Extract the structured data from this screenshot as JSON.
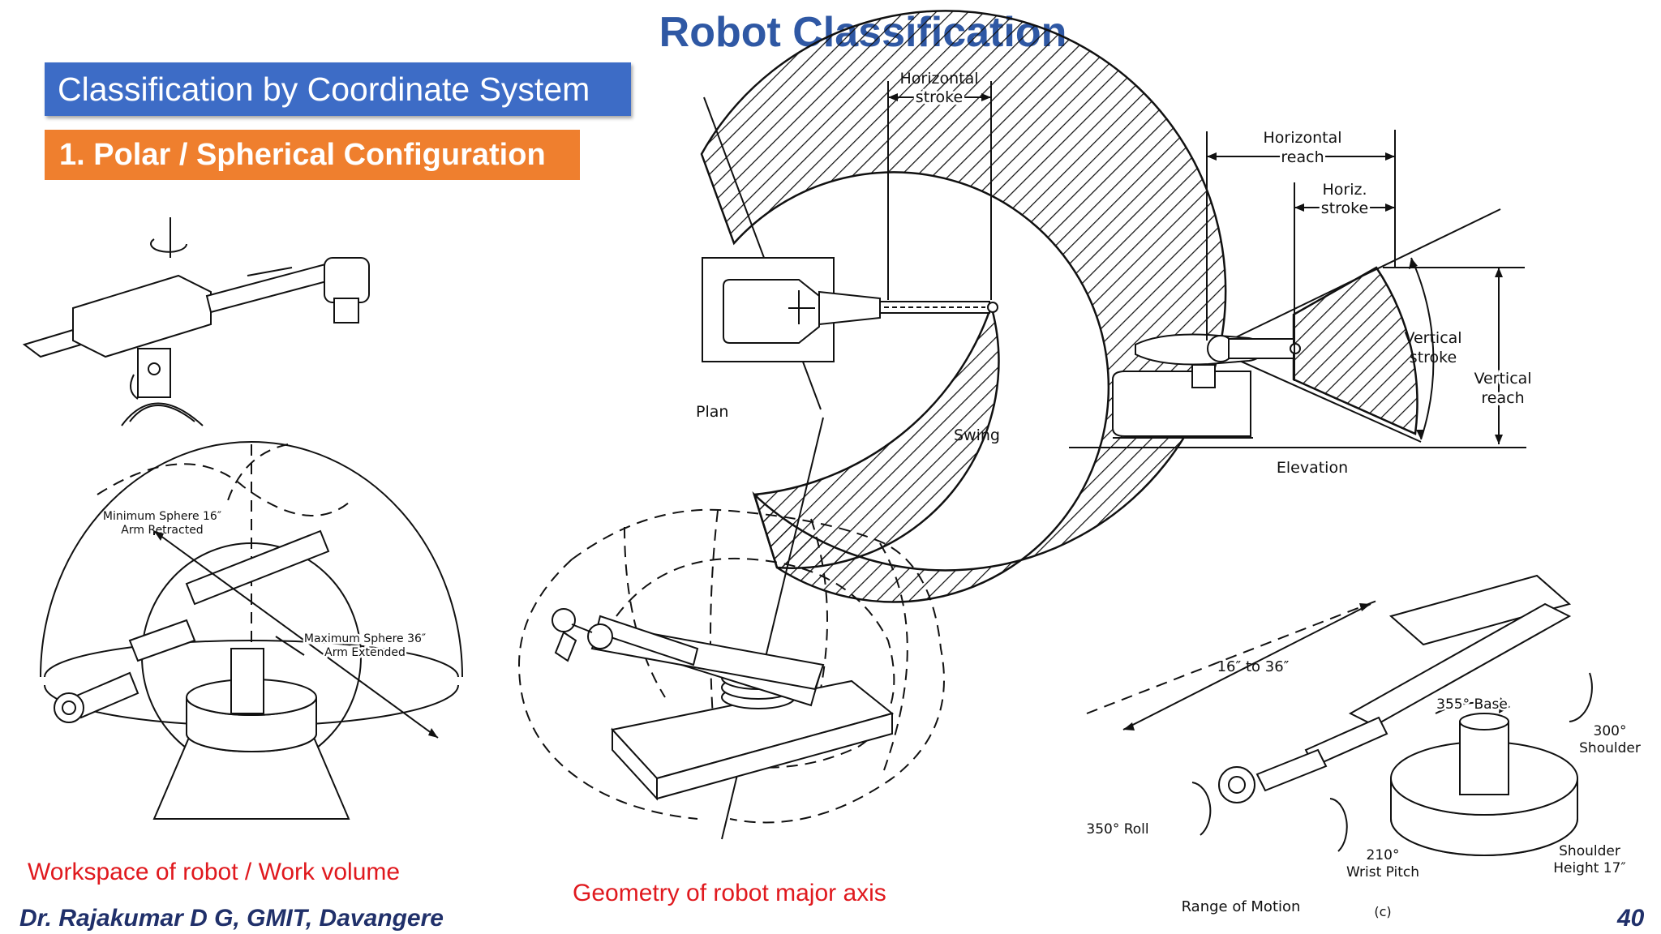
{
  "slide": {
    "title": "Robot Classification",
    "section_header": "Classification by Coordinate System",
    "config_header": "1. Polar / Spherical Configuration",
    "caption_workspace": "Workspace of robot / Work volume",
    "caption_geometry": "Geometry of robot major axis",
    "footer_author": "Dr. Rajakumar D G, GMIT, Davangere",
    "page_number": "40"
  },
  "plan_diagram": {
    "horizontal_stroke_l1": "Horizontal",
    "horizontal_stroke_l2": "stroke",
    "plan_label": "Plan",
    "swing_label": "Swing"
  },
  "elevation_diagram": {
    "horizontal_reach_l1": "Horizontal",
    "horizontal_reach_l2": "reach",
    "horiz_stroke_l1": "Horiz.",
    "horiz_stroke_l2": "stroke",
    "vertical_stroke_l1": "Vertical",
    "vertical_stroke_l2": "stroke",
    "vertical_reach_l1": "Vertical",
    "vertical_reach_l2": "reach",
    "elevation_label": "Elevation"
  },
  "sphere_diagram": {
    "min_sphere_l1": "Minimum Sphere 16″",
    "min_sphere_l2": "Arm Retracted",
    "max_sphere_l1": "Maximum Sphere 36″",
    "max_sphere_l2": "Arm Extended"
  },
  "motion_diagram": {
    "range_length": "16″ to 36″",
    "base_label": "355° Base",
    "shoulder_l1": "300°",
    "shoulder_l2": "Shoulder",
    "roll_label": "350° Roll",
    "wrist_l1": "210°",
    "wrist_l2": "Wrist Pitch",
    "shoulder_height_l1": "Shoulder",
    "shoulder_height_l2": "Height 17″",
    "range_of_motion": "Range of Motion",
    "figure_letter": "(c)"
  }
}
